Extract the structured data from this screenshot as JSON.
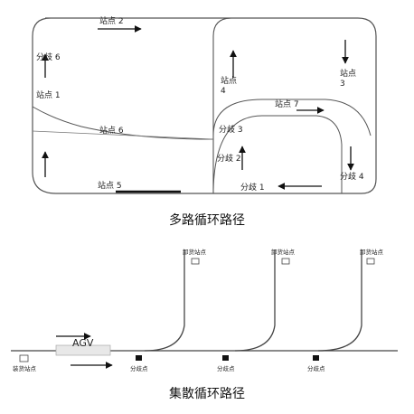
{
  "diagram_top": {
    "caption": "多路循环路径",
    "labels": {
      "station_2": "站点 2",
      "branch_6": "分歧 6",
      "station_1": "站点 1",
      "station_6": "站点 6",
      "station_5": "站点 5",
      "station_4_line1": "站点",
      "station_4_line2": "4",
      "station_3_line1": "站点",
      "station_3_line2": "3",
      "station_7": "站点 7",
      "branch_3": "分歧 3",
      "branch_2": "分歧 2",
      "branch_1": "分歧 1",
      "branch_4": "分歧 4"
    }
  },
  "diagram_bottom": {
    "caption": "集散循环路径",
    "labels": {
      "unload_1": "卸货站点",
      "unload_2": "卸货站点",
      "unload_3": "卸货站点",
      "load_station": "装货站点",
      "branch_a": "分歧点",
      "branch_b": "分歧点",
      "branch_c": "分歧点",
      "agv": "AGV"
    }
  },
  "colors": {
    "line": "#555555",
    "arrow": "#111111",
    "text": "#222222"
  }
}
